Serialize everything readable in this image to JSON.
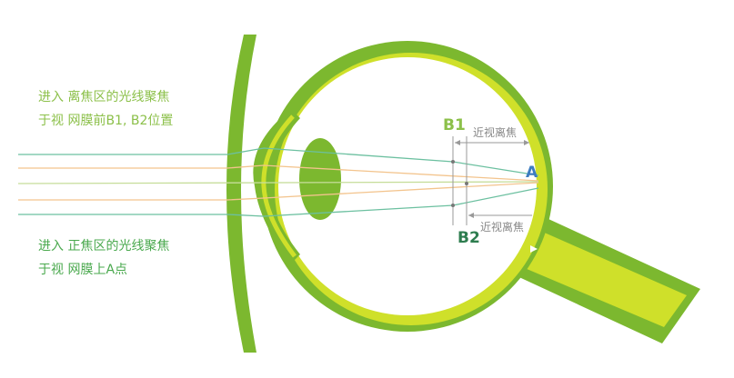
{
  "top_note": {
    "line1": "进入 离焦区的光线聚焦",
    "line2": "于视 网膜前B1, B2位置"
  },
  "bottom_note": {
    "line1": "进入 正焦区的光线聚焦",
    "line2": "于视 网膜上A点"
  },
  "labels": {
    "b1": "B1",
    "b2": "B2",
    "a": "A",
    "myopic_defocus_top": "近视离焦",
    "myopic_defocus_bottom": "近视离焦"
  },
  "colors": {
    "eye_dark": "#7cb82f",
    "eye_light": "#cfe02a",
    "ray_green": "#6cc0a0",
    "ray_orange": "#f3c48d",
    "text_light_green": "#8cc04a",
    "text_green": "#4aa94e",
    "b2_color": "#2e7d4f",
    "a_color": "#3d7cc0"
  }
}
